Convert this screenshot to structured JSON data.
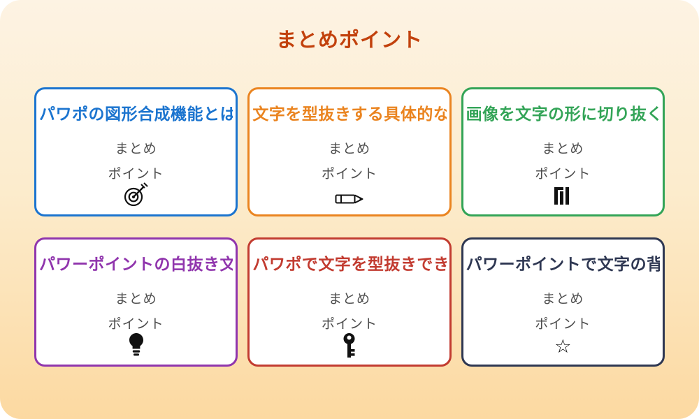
{
  "page": {
    "title": "まとめポイント",
    "title_color": "#c2410c",
    "background_top": "#fdf3e3",
    "background_bottom": "#fcd9a1"
  },
  "cards": [
    {
      "title": "パワポの図形合成機能とは",
      "line1": "まとめ",
      "line2": "ポイント",
      "color": "#1b74cf",
      "icon": "dart-target-icon"
    },
    {
      "title": "文字を型抜きする具体的な",
      "line1": "まとめ",
      "line2": "ポイント",
      "color": "#ea8420",
      "icon": "pencil-icon"
    },
    {
      "title": "画像を文字の形に切り抜く",
      "line1": "まとめ",
      "line2": "ポイント",
      "color": "#33a457",
      "icon": "image-bars-icon"
    },
    {
      "title": "パワーポイントの白抜き文",
      "line1": "まとめ",
      "line2": "ポイント",
      "color": "#9035ad",
      "icon": "lightbulb-icon"
    },
    {
      "title": "パワポで文字を型抜きでき",
      "line1": "まとめ",
      "line2": "ポイント",
      "color": "#c23b30",
      "icon": "key-icon"
    },
    {
      "title": "パワーポイントで文字の背",
      "line1": "まとめ",
      "line2": "ポイント",
      "color": "#2e3752",
      "icon": "star-icon",
      "glyph": "☆"
    }
  ]
}
